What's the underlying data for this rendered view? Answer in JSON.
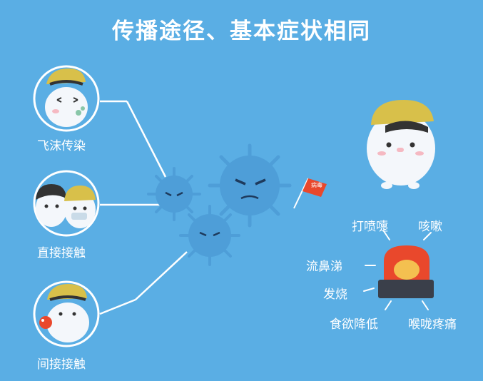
{
  "title": "传播途径、基本症状相同",
  "transmission": [
    {
      "label": "飞沫传染"
    },
    {
      "label": "直接接触"
    },
    {
      "label": "间接接触"
    }
  ],
  "symptoms": {
    "sneeze": "打喷嚏",
    "cough": "咳嗽",
    "runny_nose": "流鼻涕",
    "fever": "发烧",
    "appetite": "食欲降低",
    "sore_throat": "喉咙疼痛"
  },
  "flag_text": "病毒",
  "colors": {
    "background": "#5aaee4",
    "virus": "#4e9ed8",
    "cap": "#d8c04a",
    "alarm": "#e9482c"
  }
}
